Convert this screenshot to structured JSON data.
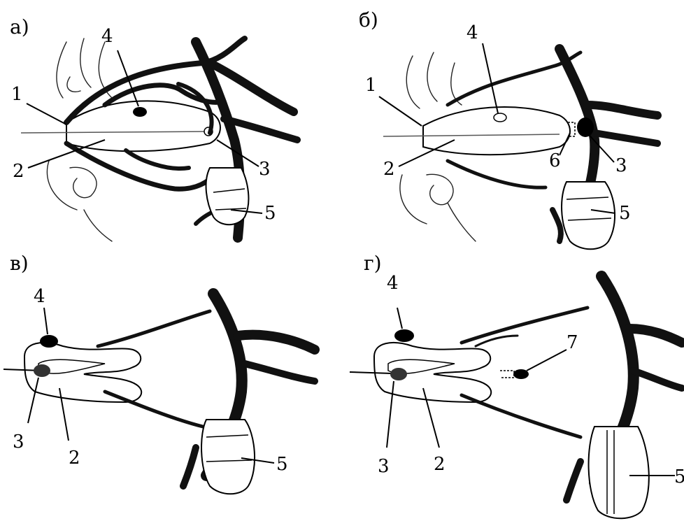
{
  "panels": [
    {
      "letter": "а)",
      "labels": [
        "1",
        "2",
        "3",
        "4",
        "5"
      ]
    },
    {
      "letter": "б)",
      "labels": [
        "1",
        "2",
        "3",
        "4",
        "5",
        "6"
      ]
    },
    {
      "letter": "в)",
      "labels": [
        "2",
        "3",
        "4",
        "5"
      ]
    },
    {
      "letter": "г)",
      "labels": [
        "2",
        "3",
        "4",
        "5",
        "7"
      ]
    }
  ]
}
